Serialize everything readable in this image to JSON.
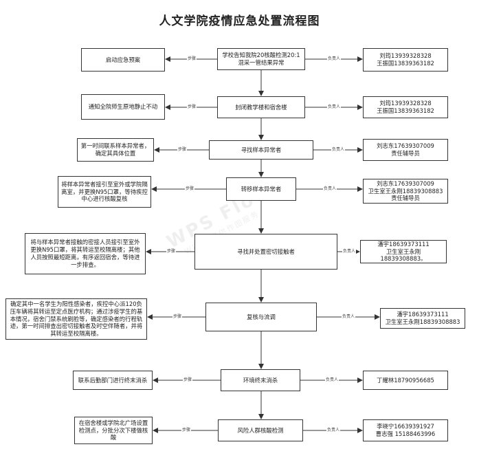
{
  "title": "人文学院疫情应急处置流程图",
  "step_label": "步骤",
  "owner_label": "负责人",
  "watermark": {
    "main": "WPS Flow",
    "sub": "WPS仅提供作图服务"
  },
  "steps": [
    {
      "center": "学校告知我院20核酸检测20:1混采一管结果异常",
      "left": "启动应急预案",
      "right": [
        "刘筠13939328328",
        "王振国13839363182"
      ]
    },
    {
      "center": "封闭教学楼和宿舍楼",
      "left": "通知全院师生原地静止不动",
      "right": [
        "刘筠13939328328",
        "王振国13839363182"
      ]
    },
    {
      "center": "寻找样本异常者",
      "left": "第一时间联系样本异常者，确定其具体位置",
      "right": [
        "刘志东17639307009",
        "责任辅导员"
      ]
    },
    {
      "center": "转移样本异常者",
      "left": "将样本异常者接引至室外或学院隔离室，并更换N95口罩，等待疾控中心进行核酸复核",
      "right": [
        "刘志东17639307009",
        "卫生室王永刚18839308883",
        "责任辅导员"
      ]
    },
    {
      "center": "寻找并处置密切接触者",
      "left": "将与样本异常者接触的密接人员接引至室外更换N95口罩，将其转运至校隔离楼；其他人员按照最短距离，有序返回宿舍，等待进一步排查。",
      "right": [
        "潘宇18639373111",
        "卫生室王永刚",
        "18839308883。"
      ]
    },
    {
      "center": "复核与流调",
      "left": "确定其中一名学生为阳性感染者，疾控中心派120负压车辆将其转运至定点医疗机构；通过涉疫学生的基本情况，宿舍门禁系统刷脸等，确定感染者的行程轨迹，第一时间排查出密切接触者及时空伴随者，并将其转运至校隔离楼。",
      "right": [
        "潘宇18639373111",
        "卫生室王永刚18839308883"
      ]
    },
    {
      "center": "环境终末消杀",
      "left": "联系后勤部门进行终末消杀",
      "right": [
        "丁耀林18790956685"
      ]
    },
    {
      "center": "风险人群核酸检测",
      "left": "在宿舍楼或学院北广场设置检测点，分批分次下楼做核酸",
      "right": [
        "李晓宁16639391927",
        "曹志强 15188463996"
      ]
    }
  ]
}
